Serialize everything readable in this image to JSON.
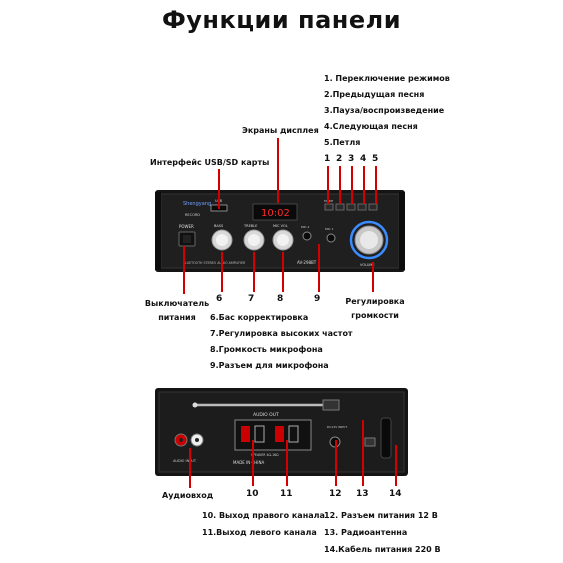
{
  "title": "Функции панели",
  "front_labels": {
    "display": "Экраны дисплея",
    "usb": "Интерфейс USB/SD карты",
    "power": "Выключатель питания",
    "volume": "Регулировка громкости"
  },
  "mode_buttons_list": [
    "1. Переключение режимов",
    "2.Предыдущая песня",
    "3.Пауза/воспроизведение",
    "4.Следующая песня",
    "5.Петля"
  ],
  "top_numbers": [
    "1",
    "2",
    "3",
    "4",
    "5"
  ],
  "knob_numbers": [
    "6",
    "7",
    "8",
    "9"
  ],
  "knob_list": [
    "6.Бас корректировка",
    "7.Регулировка высоких частот",
    "8.Громкость микрофона",
    "9.Разъем для микрофона"
  ],
  "back_labels": {
    "audio_in": "Аудиовход"
  },
  "back_numbers": [
    "10",
    "11",
    "12",
    "13",
    "14"
  ],
  "back_list_left": [
    "10. Выход правого канала",
    "11.Выход левого канала"
  ],
  "back_list_right": [
    "12. Разъем питания 12 В",
    "13. Радиоантенна",
    "14.Кабель питания 220 В"
  ],
  "device_front": {
    "brand": "Shengyang",
    "record": "RECORD",
    "usb": "USB",
    "power": "POWER",
    "bass": "BASS",
    "treble": "TREBLE",
    "mic_vol": "MIC VOL",
    "mic2": "MIC 2",
    "mic1": "MIC 1",
    "volume": "VOLUME",
    "model": "AV-298BT",
    "strip": "BLUETOOTH STEREO AUDIO AMPLIFIER",
    "display": "10:02",
    "mode": "MODE"
  },
  "device_back": {
    "audio_out": "AUDIO OUT",
    "audio_input": "AUDIO INPUT",
    "speaker": "SPEAKER 4Ω-16Ω",
    "made_in": "MADE IN CHINA",
    "dc": "DC12V INPUT"
  },
  "colors": {
    "accent": "#d40000",
    "device": "#1a1a1a",
    "display": "#ff2222",
    "volume_ring": "#3a8cff"
  }
}
